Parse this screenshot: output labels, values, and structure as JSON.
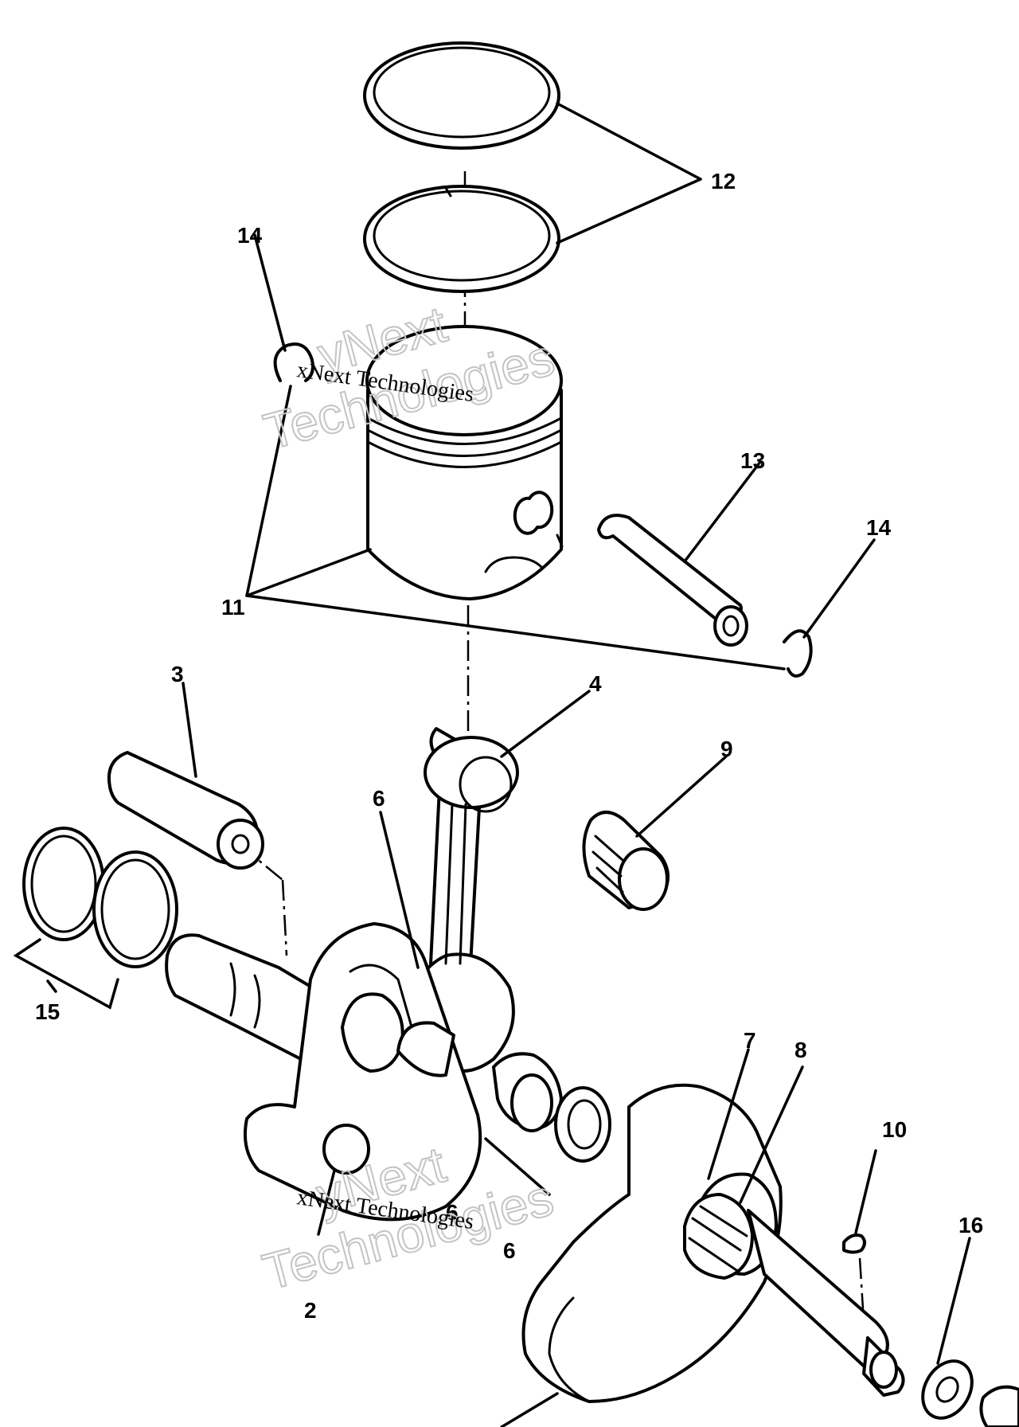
{
  "diagram": {
    "callouts": {
      "c2": "2",
      "c3": "3",
      "c4": "4",
      "c6a": "6",
      "c6b": "6",
      "c6c": "6",
      "c7": "7",
      "c8": "8",
      "c9": "9",
      "c10": "10",
      "c11": "11",
      "c12": "12",
      "c13": "13",
      "c14a": "14",
      "c14b": "14",
      "c15": "15",
      "c16": "16"
    },
    "watermark": {
      "line1": "yNext",
      "line2": "Technologies",
      "small": "xNext Technologies"
    }
  }
}
